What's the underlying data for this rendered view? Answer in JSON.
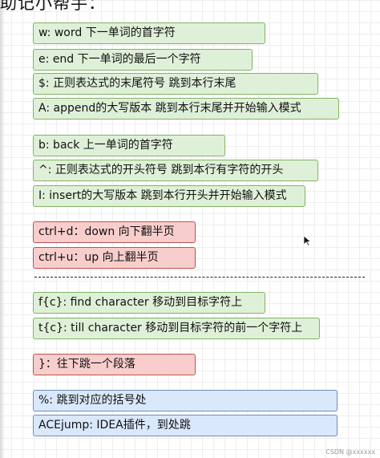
{
  "title": "助记小帮手：",
  "cards": [
    {
      "text": "w: word 下一单词的首字符",
      "color": "green"
    },
    {
      "text": "e: end 下一单词的最后一个字符",
      "color": "green"
    },
    {
      "text": "$: 正则表达式的末尾符号 跳到本行末尾",
      "color": "green"
    },
    {
      "text": "A: append的大写版本 跳到本行末尾并开始输入模式",
      "color": "green"
    },
    {
      "text": "b: back 上一单词的首字符",
      "color": "green"
    },
    {
      "text": "^: 正则表达式的开头符号 跳到本行有字符的开头",
      "color": "green"
    },
    {
      "text": "I: insert的大写版本 跳到本行开头并开始输入模式",
      "color": "green"
    },
    {
      "text": "ctrl+d：down 向下翻半页",
      "color": "red"
    },
    {
      "text": "ctrl+u：up 向上翻半页",
      "color": "red"
    },
    {
      "text": "f{c}: find character 移动到目标字符上",
      "color": "green"
    },
    {
      "text": "t{c}: till character 移动到目标字符的前一个字符上",
      "color": "green"
    },
    {
      "text": "}：往下跳一个段落",
      "color": "red"
    },
    {
      "text": "%: 跳到对应的括号处",
      "color": "blue"
    },
    {
      "text": "ACEjump: IDEA插件，到处跳",
      "color": "blue"
    }
  ],
  "watermark": "CSDN @xxxxxx"
}
